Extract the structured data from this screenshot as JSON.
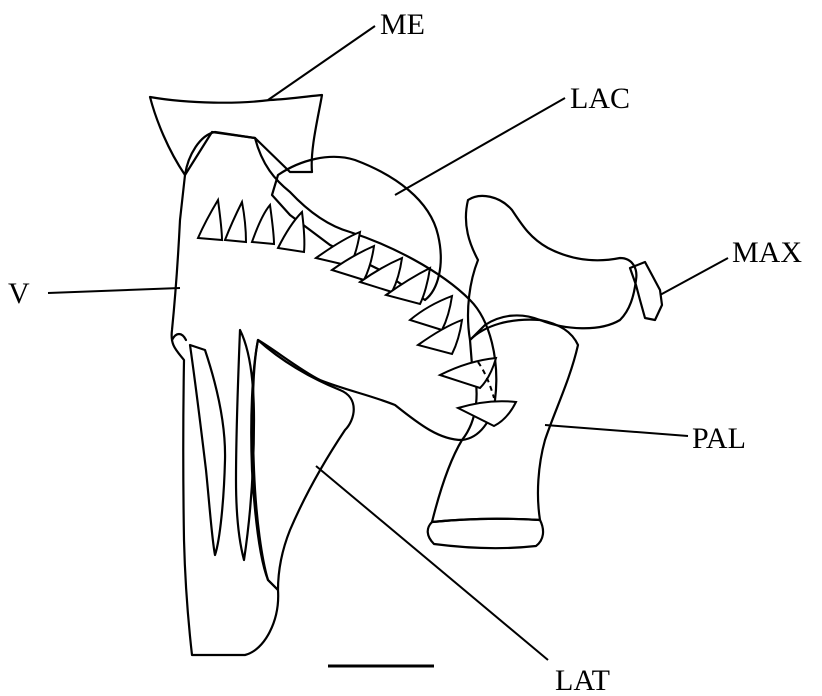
{
  "figure": {
    "labels": {
      "me": "ME",
      "lac": "LAC",
      "max": "MAX",
      "v": "V",
      "pal": "PAL",
      "lat": "LAT"
    },
    "colors": {
      "ink": "#000000",
      "background": "#ffffff"
    }
  }
}
